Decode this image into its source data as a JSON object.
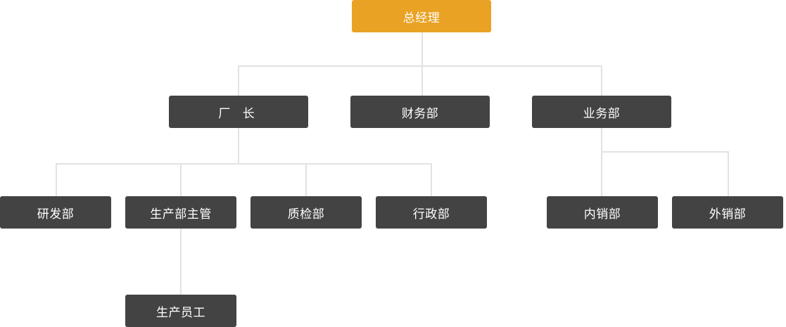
{
  "nodes": {
    "general_manager": "总经理",
    "factory_director": "厂 长",
    "finance_dept": "财务部",
    "business_dept": "业务部",
    "rd_dept": "研发部",
    "production_supervisor": "生产部主管",
    "quality_dept": "质检部",
    "admin_dept": "行政部",
    "domestic_sales_dept": "内销部",
    "foreign_sales_dept": "外销部",
    "production_staff": "生产员工"
  },
  "colors": {
    "root_node": "#eaa224",
    "node": "#434343",
    "node_text": "#ffffff",
    "connector": "#e2e2e2"
  }
}
